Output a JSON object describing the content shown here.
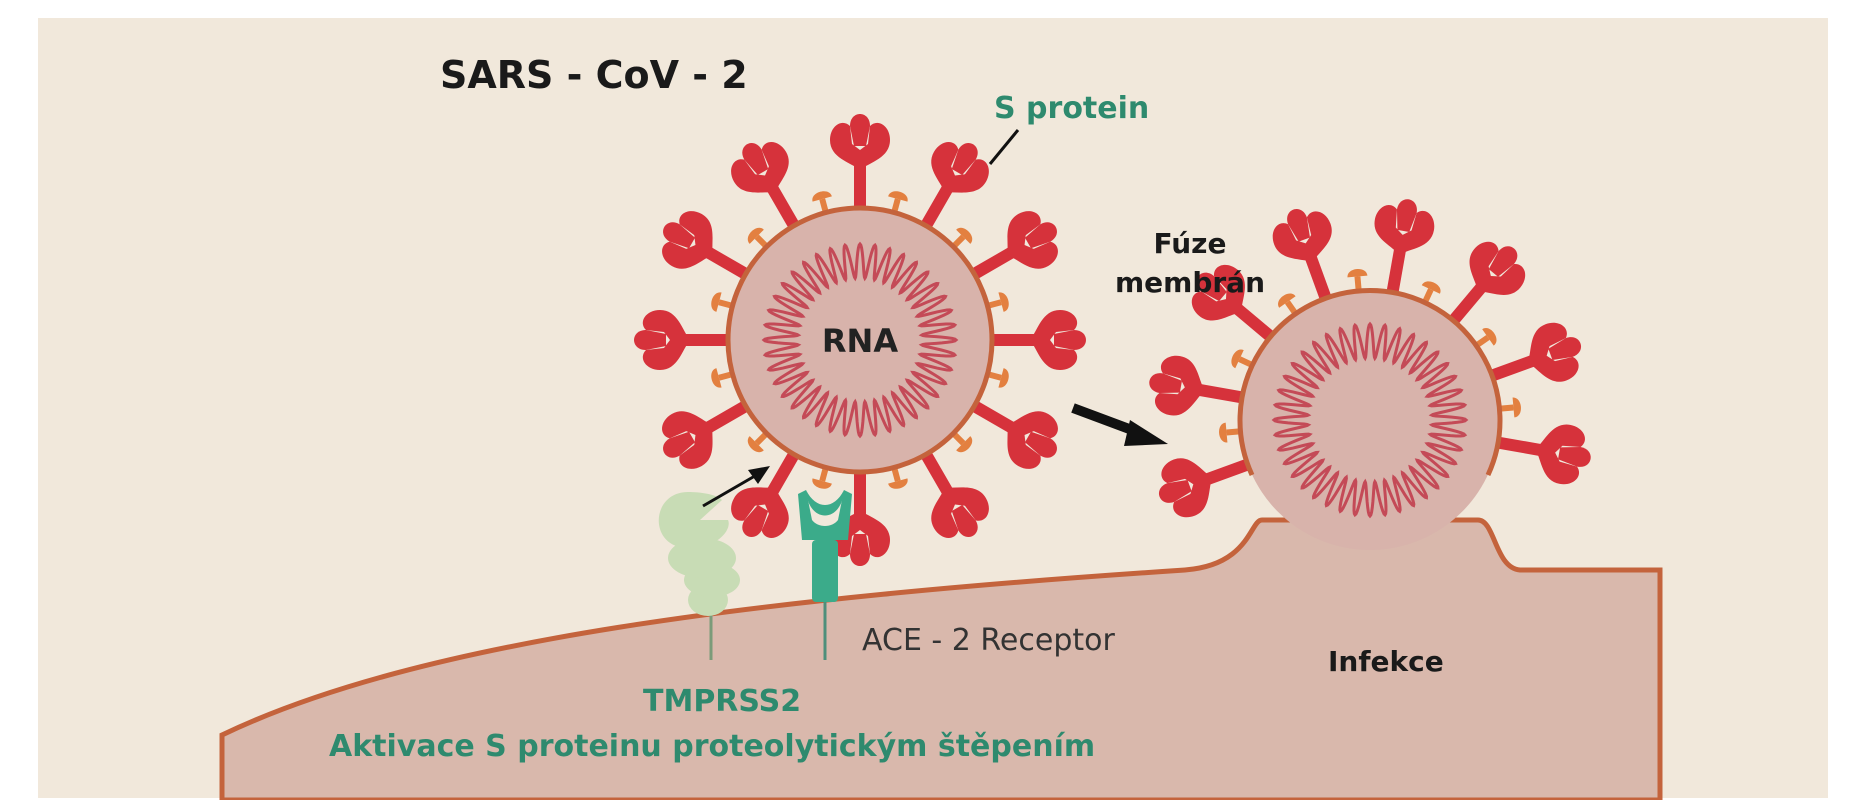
{
  "labels": {
    "title": "SARS - CoV - 2",
    "s_protein": "S protein",
    "rna": "RNA",
    "fusion_line1": "Fúze",
    "fusion_line2": "membrán",
    "ace2": "ACE - 2 Receptor",
    "infection": "Infekce",
    "tmprss2": "TMPRSS2",
    "activation": "Aktivace S proteinu proteolytickým štěpením"
  },
  "colors": {
    "background": "#f1e8db",
    "cell": "#d9b8ac",
    "membrane": "#c4633c",
    "spike": "#d6323b",
    "orange_protein": "#e38040",
    "virus_inner": "#d8b3ab",
    "rna_line": "#c44a57",
    "receptor": "#3bab8a",
    "tmprss2": "#c8dcb5",
    "green_text": "#2e8a6e"
  }
}
